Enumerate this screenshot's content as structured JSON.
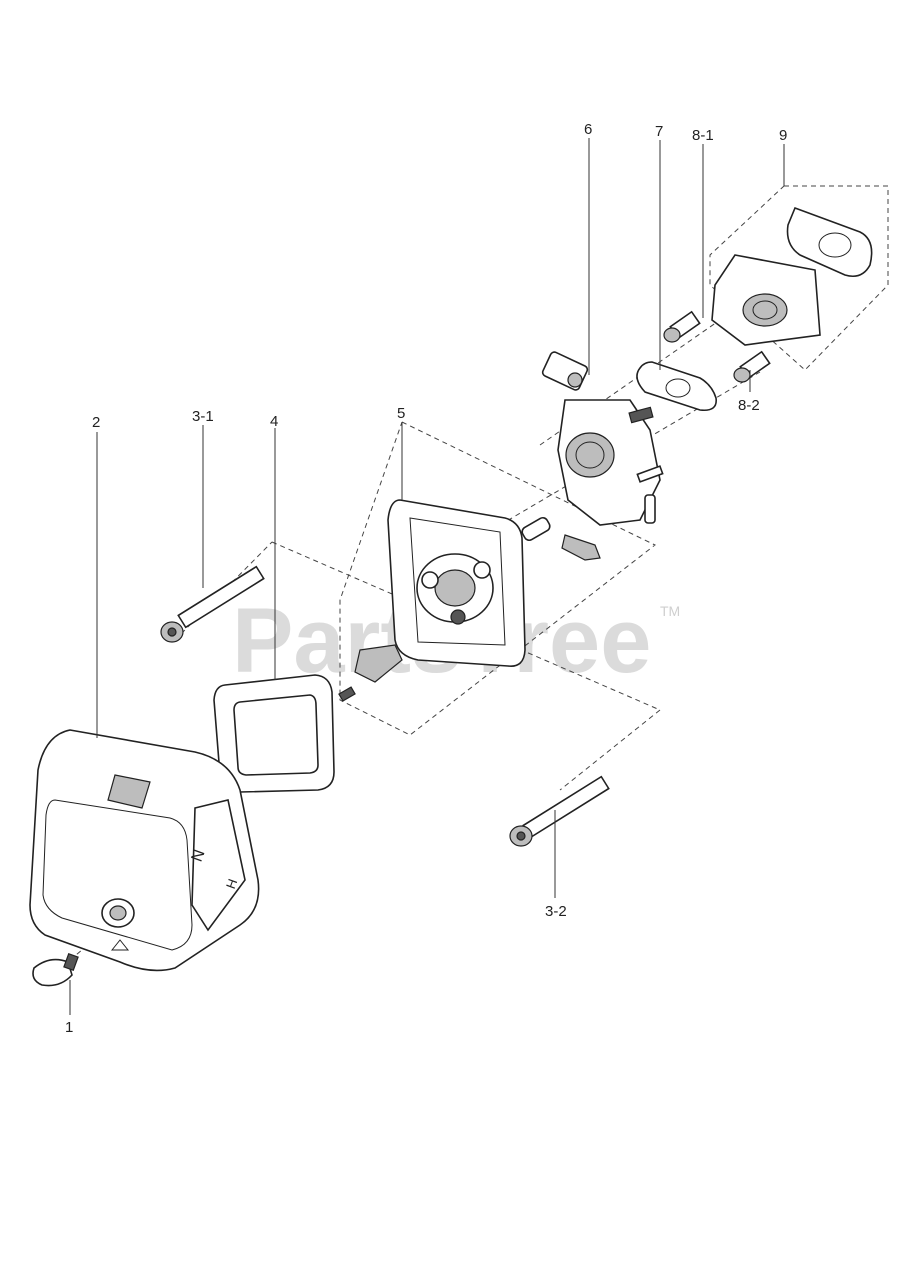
{
  "watermark": {
    "brand": "PartsTree",
    "trademark": "TM"
  },
  "callouts": [
    {
      "id": "1",
      "label": "1"
    },
    {
      "id": "2",
      "label": "2"
    },
    {
      "id": "3-1",
      "label": "3-1"
    },
    {
      "id": "3-2",
      "label": "3-2"
    },
    {
      "id": "4",
      "label": "4"
    },
    {
      "id": "5",
      "label": "5"
    },
    {
      "id": "6",
      "label": "6"
    },
    {
      "id": "7",
      "label": "7"
    },
    {
      "id": "8-1",
      "label": "8-1"
    },
    {
      "id": "8-2",
      "label": "8-2"
    },
    {
      "id": "9",
      "label": "9"
    }
  ],
  "cover_marks": {
    "n_mark": "N",
    "h_mark": "H"
  }
}
